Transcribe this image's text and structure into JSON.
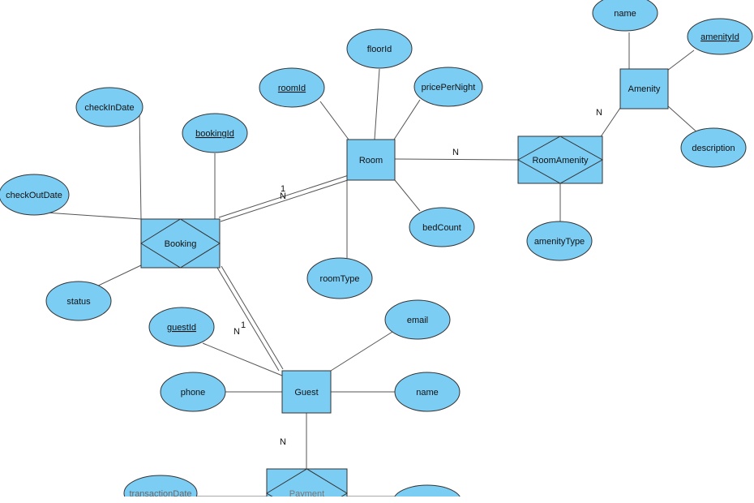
{
  "diagram": {
    "fill_color": "#7ccdf4",
    "line_color": "#555555",
    "entities": {
      "room": "Room",
      "amenity": "Amenity",
      "guest": "Guest"
    },
    "relationships": {
      "booking": "Booking",
      "room_amenity": "RoomAmenity",
      "payment": "Payment"
    },
    "attributes": {
      "name_top": "name",
      "amenity_id": "amenityId",
      "floor_id": "floorId",
      "room_id": "roomId",
      "price_per_night": "pricePerNight",
      "check_in_date": "checkInDate",
      "booking_id": "bookingId",
      "check_out_date": "checkOutDate",
      "description": "description",
      "bed_count": "bedCount",
      "amenity_type": "amenityType",
      "room_type": "roomType",
      "status": "status",
      "guest_id": "guestId",
      "email": "email",
      "phone": "phone",
      "guest_name": "name",
      "transaction_date": "transactionDate"
    },
    "cardinalities": {
      "room_roomamenity": "N",
      "amenity_roomamenity": "N",
      "booking_room_1": "1",
      "booking_room_n": "N",
      "booking_guest_n": "N",
      "booking_guest_1": "1",
      "guest_payment_n": "N"
    }
  }
}
